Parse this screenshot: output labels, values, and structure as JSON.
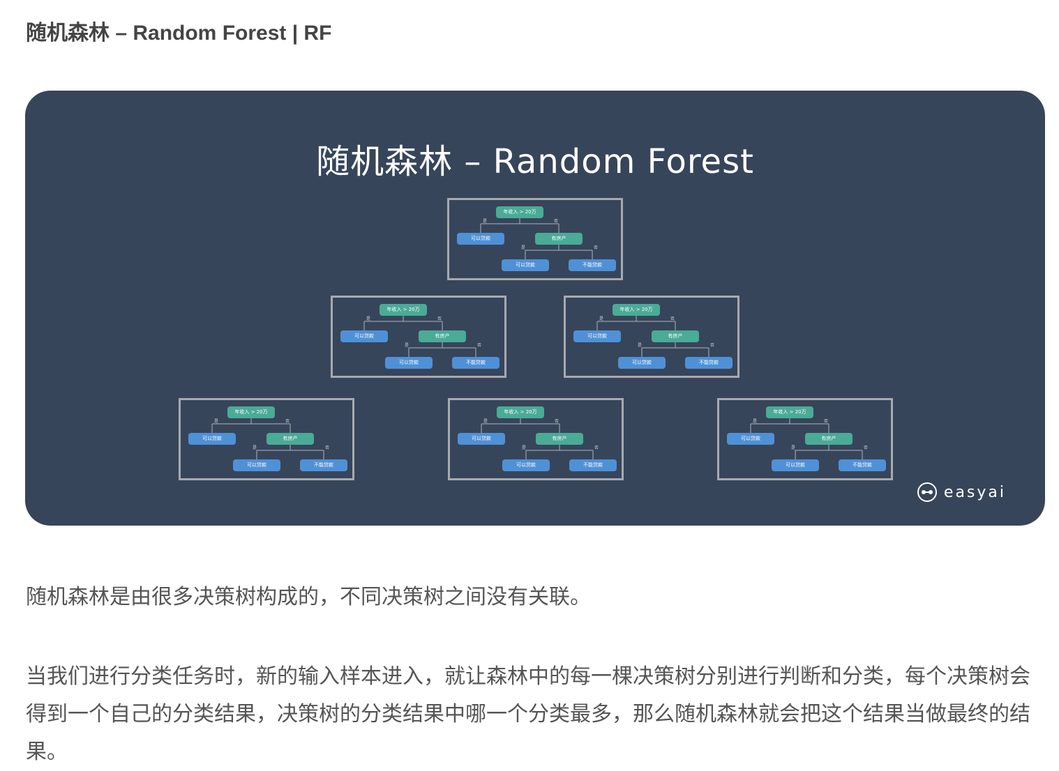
{
  "heading": "随机森林 – Random Forest | RF",
  "banner": {
    "title": "随机森林 – Random Forest",
    "logo_text": "easyai",
    "logo_icon": "easyai-logo-icon",
    "tree": {
      "root": "年收入 > 20万",
      "branch_yes": "是",
      "branch_no": "否",
      "leaf_left": "可以贷款",
      "mid": "有房产",
      "leaf_mid": "可以贷款",
      "leaf_right": "不能贷款"
    },
    "colors": {
      "background": "#37455a",
      "decision_node": "#4aab96",
      "leaf_node": "#4f91d6",
      "tree_border": "#a7aaaf"
    }
  },
  "paragraphs": {
    "p1": "随机森林是由很多决策树构成的，不同决策树之间没有关联。",
    "p2": "当我们进行分类任务时，新的输入样本进入，就让森林中的每一棵决策树分别进行判断和分类，每个决策树会得到一个自己的分类结果，决策树的分类结果中哪一个分类最多，那么随机森林就会把这个结果当做最终的结果。"
  }
}
